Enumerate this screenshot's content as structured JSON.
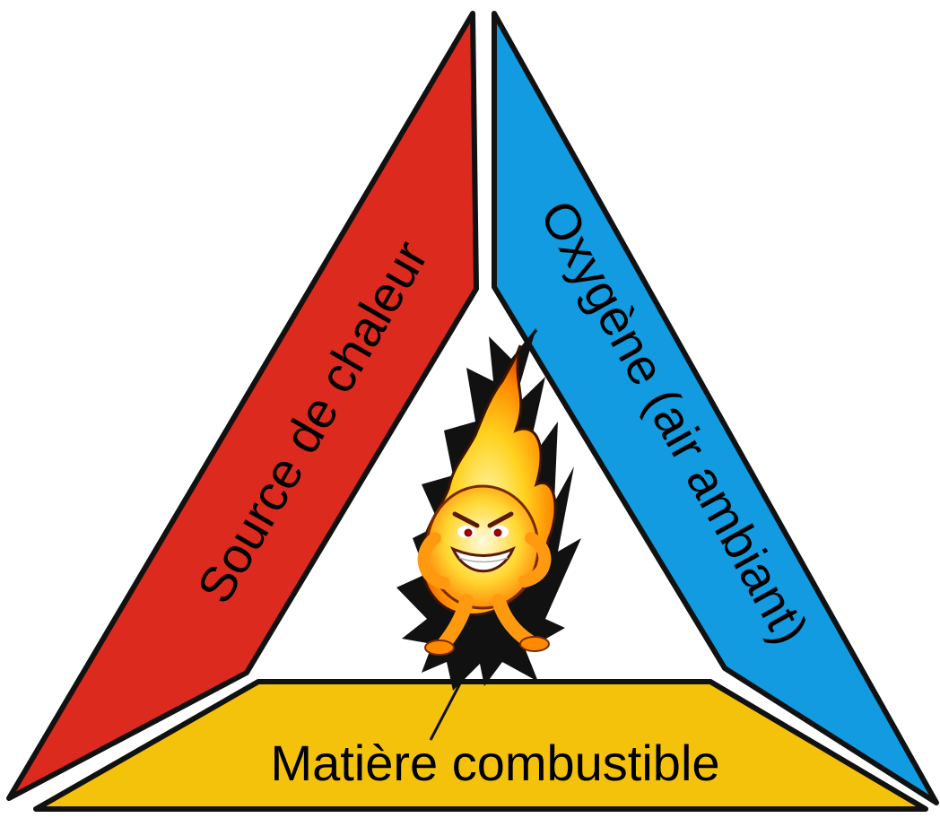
{
  "diagram": {
    "sides": [
      {
        "id": "heat",
        "label": "Source de chaleur",
        "color": "#dd2a1f"
      },
      {
        "id": "oxygen",
        "label": "Oxygène (air ambiant)",
        "color": "#129be0"
      },
      {
        "id": "fuel",
        "label": "Matière combustible",
        "color": "#f5c20b"
      }
    ],
    "outline_color": "#111111",
    "mascot": {
      "icon": "flame-mascot-icon"
    }
  }
}
